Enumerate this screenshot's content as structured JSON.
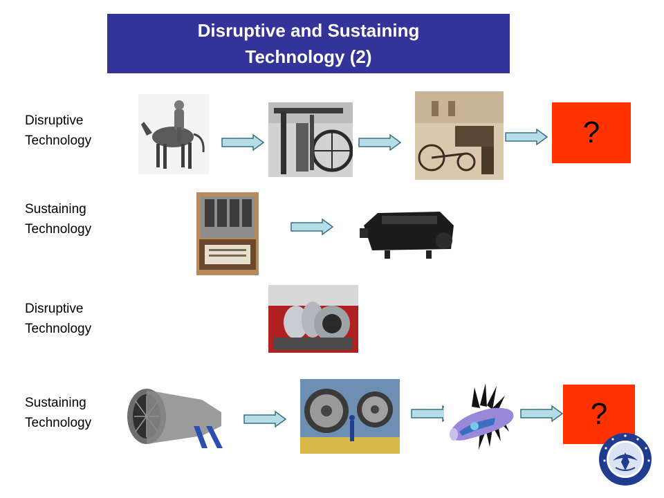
{
  "title": {
    "line1": "Disruptive and Sustaining",
    "line2": "Technology (2)"
  },
  "rows": [
    {
      "label_line1": "Disruptive",
      "label_line2": "Technology"
    },
    {
      "label_line1": "Sustaining",
      "label_line2": "Technology"
    },
    {
      "label_line1": "Disruptive",
      "label_line2": "Technology"
    },
    {
      "label_line1": "Sustaining",
      "label_line2": "Technology"
    }
  ],
  "question_boxes": [
    "?",
    "?"
  ],
  "colors": {
    "title_background": "#333399",
    "question_background": "#ff3300",
    "arrow_fill": "#b4dde6",
    "arrow_stroke": "#3a6f86",
    "seal_blue": "#1f3c8f"
  },
  "images": [
    "horse-rider-photo",
    "steam-engine-photo",
    "early-automobile-workshop-photo",
    "early-piston-engine-photo",
    "aero-piston-engine-photo",
    "early-jet-engine-photo",
    "turbofan-engine-photo",
    "turbofan-engines-factory-photo",
    "open-rotor-engine-render"
  ],
  "logo": "royal-aeronautical-society-seal"
}
